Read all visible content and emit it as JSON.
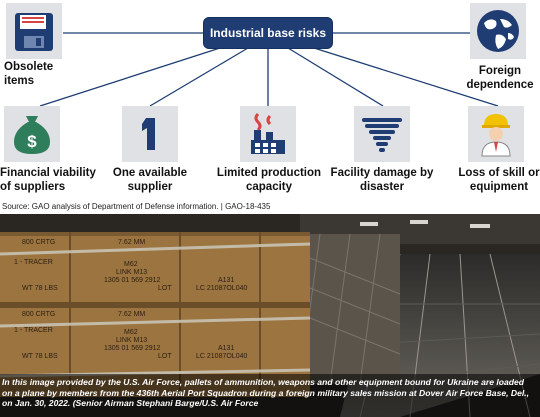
{
  "diagram": {
    "center": "Industrial base risks",
    "risks": [
      {
        "id": "obsolete",
        "label": "Obsolete items",
        "icon": "floppy-disk-icon"
      },
      {
        "id": "foreign",
        "label": "Foreign dependence",
        "icon": "globe-icon"
      },
      {
        "id": "financial",
        "label": "Financial viability of suppliers",
        "icon": "money-bag-icon"
      },
      {
        "id": "one-supplier",
        "label": "One available supplier",
        "icon": "number-one-icon"
      },
      {
        "id": "production",
        "label": "Limited production capacity",
        "icon": "factory-icon"
      },
      {
        "id": "disaster",
        "label": "Facility damage by disaster",
        "icon": "tornado-icon"
      },
      {
        "id": "skill",
        "label": "Loss of skill or equipment",
        "icon": "worker-icon"
      }
    ],
    "source": "Source: GAO analysis of Department of Defense information.  |  GAO-18-435"
  },
  "photo": {
    "crate_text": {
      "top": "800 CRTG",
      "size": "7.62 MM",
      "tracer": "1 - TRACER",
      "model": "M62",
      "link": "LINK M13",
      "lot_code": "1305 01 569 2912",
      "lot": "LOT",
      "weight": "WT 78 LBS",
      "a131": "A131",
      "lc": "LC 21087OL040"
    },
    "caption": "In this image provided by the U.S. Air Force, pallets of ammunition, weapons and other equipment bound for Ukraine are loaded on a plane by members from the 436th Aerial Port Squadron during a foreign military sales mission at Dover Air Force Base, Del., on Jan. 30, 2022. (Senior Airman Stephani Barge/U.S. Air Force"
  },
  "colors": {
    "navy": "#1f3d73",
    "tile": "#dfe1e4",
    "money": "#2e7d5b",
    "crate": "#9b7440",
    "hardhat": "#f2c200"
  }
}
